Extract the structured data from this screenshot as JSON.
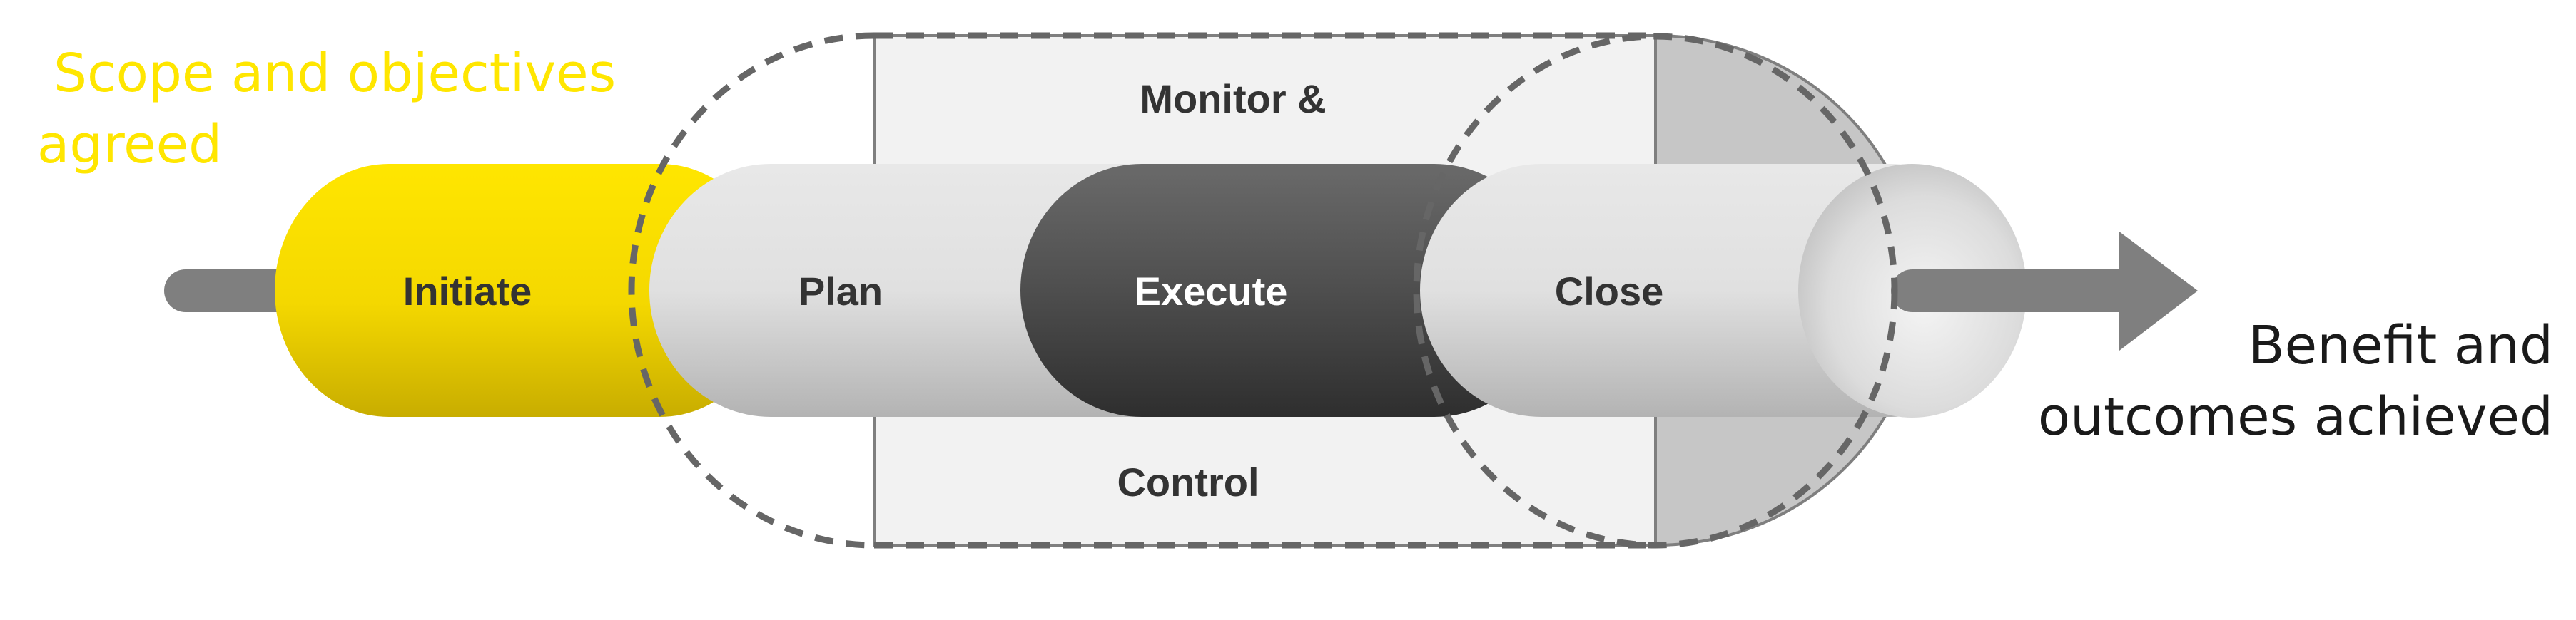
{
  "diagram": {
    "start_caption": {
      "line1": "Scope and objectives",
      "line2": "agreed"
    },
    "end_caption": {
      "line1": "Benefit and",
      "line2": "outcomes achieved"
    },
    "monitor_box": {
      "top_label": "Monitor &",
      "bottom_label": "Control"
    },
    "stages": [
      {
        "label": "Initiate"
      },
      {
        "label": "Plan"
      },
      {
        "label": "Execute"
      },
      {
        "label": "Close"
      }
    ]
  },
  "colors": {
    "accent_yellow": "#ffe600",
    "initiate_yellow": "#f2d500",
    "execute_dark": "#4a4a4a",
    "light_gray": "#e0e0e0",
    "axis_gray": "#7f7f7f",
    "dashed_line": "#666666",
    "box_fill": "#f2f2f2",
    "end_text": "#1a1a1a"
  }
}
